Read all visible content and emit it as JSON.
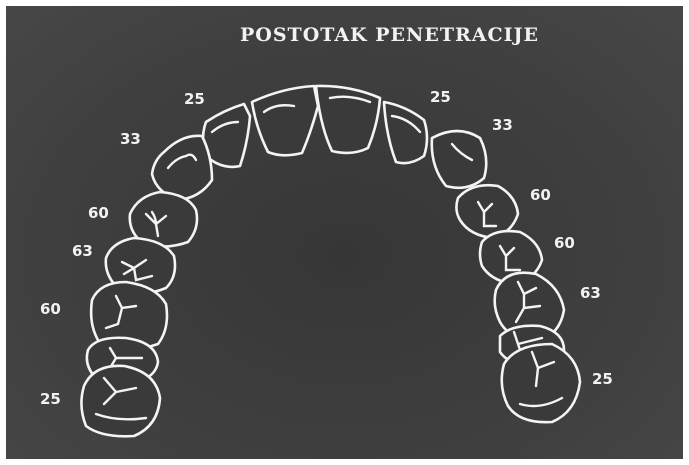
{
  "title": "POSTOTAK PENETRACIJE",
  "labels": {
    "left_canine": "25",
    "left_first_premolar": "33",
    "left_second_premolar": "60",
    "left_first_molar": "63",
    "left_second_molar": "60",
    "left_third_molar": "25",
    "right_canine": "25",
    "right_first_premolar": "33",
    "right_second_premolar": "60",
    "right_first_molar": "60",
    "right_second_molar": "63",
    "right_third_molar": "25"
  },
  "colors": {
    "background": "#3d3d3d",
    "outline": "#f4f4f4"
  }
}
